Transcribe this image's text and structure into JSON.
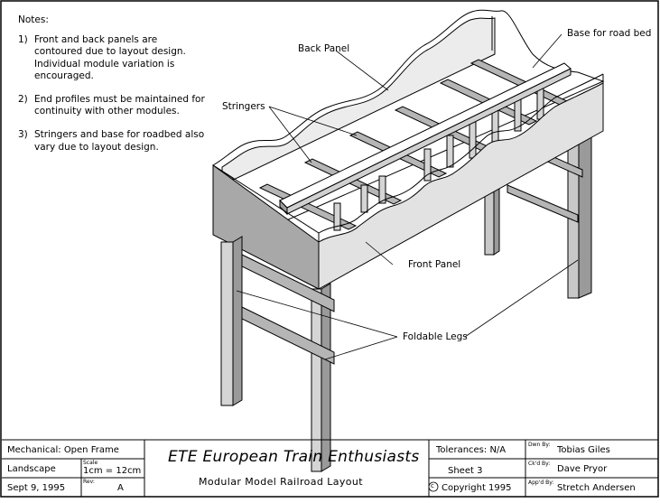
{
  "notes": {
    "heading": "Notes:",
    "items": [
      {
        "num": "1)",
        "text": "Front and back panels are contoured due to layout design. Individual module variation is encouraged."
      },
      {
        "num": "2)",
        "text": "End profiles must be maintained for continuity with other modules."
      },
      {
        "num": "3)",
        "text": "Stringers and base for roadbed also vary due to layout design."
      }
    ]
  },
  "callouts": {
    "back_panel": "Back Panel",
    "base_for_road_bed": "Base for road bed",
    "stringers": "Stringers",
    "front_panel": "Front Panel",
    "foldable_legs": "Foldable Legs"
  },
  "title_block": {
    "mechanical": "Mechanical: Open Frame",
    "orientation": "Landscape",
    "scale_label": "Scale",
    "scale_value": "1cm = 12cm",
    "date": "Sept 9, 1995",
    "rev_label": "Rev:",
    "rev_value": "A",
    "title_main": "ETE  European Train Enthusiasts",
    "subtitle": "Modular Model Railroad Layout",
    "tolerances": "Tolerances: N/A",
    "sheet": "Sheet    3",
    "copyright": "Copyright 1995",
    "copyright_symbol": "c",
    "drawn_label": "Dwn By:",
    "drawn_by": "Tobias Giles",
    "checked_label": "Ck'd By:",
    "checked_by": "Dave Pryor",
    "approved_label": "App'd By:",
    "approved_by": "Stretch Andersen"
  }
}
